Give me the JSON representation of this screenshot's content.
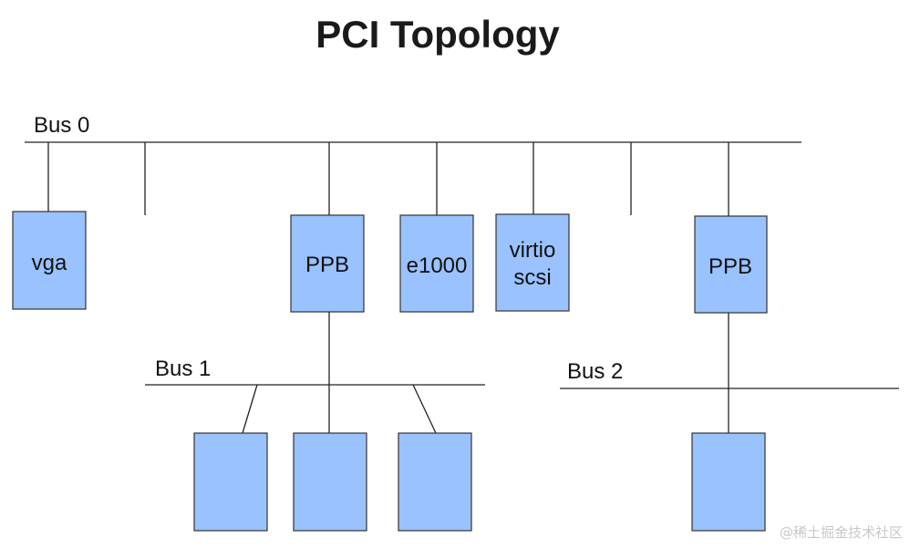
{
  "title": "PCI Topology",
  "buses": {
    "bus0": "Bus 0",
    "bus1": "Bus 1",
    "bus2": "Bus 2"
  },
  "devices": {
    "vga": "vga",
    "ppb1": "PPB",
    "e1000": "e1000",
    "virtio_line1": "virtio",
    "virtio_line2": "scsi",
    "ppb2": "PPB"
  },
  "watermark": "@稀土掘金技术社区",
  "colors": {
    "box_fill": "#99c2ff",
    "box_stroke": "#333333",
    "line": "#222222",
    "text": "#111111"
  }
}
